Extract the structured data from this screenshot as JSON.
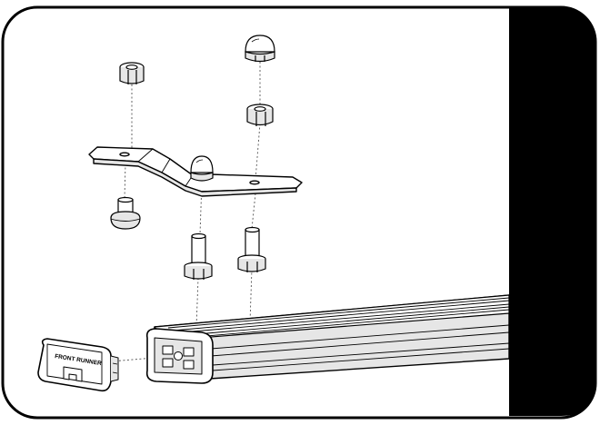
{
  "diagram": {
    "end_cap_label": "FRONT RUNNER",
    "colors": {
      "outline": "#000000",
      "panel_fill": "#ffffff",
      "side_tab": "#000000",
      "leader_line": "#555555",
      "part_shade": "#e6e6e6"
    },
    "parts": [
      "nylon-lock-nut",
      "dome-cap-nut",
      "nylon-lock-nut-right",
      "mounting-bracket",
      "dome-nut-on-bracket",
      "button-head-bolt",
      "hex-bolt-center",
      "hex-bolt-right",
      "aluminium-rail-extrusion",
      "rail-end-cap"
    ]
  }
}
